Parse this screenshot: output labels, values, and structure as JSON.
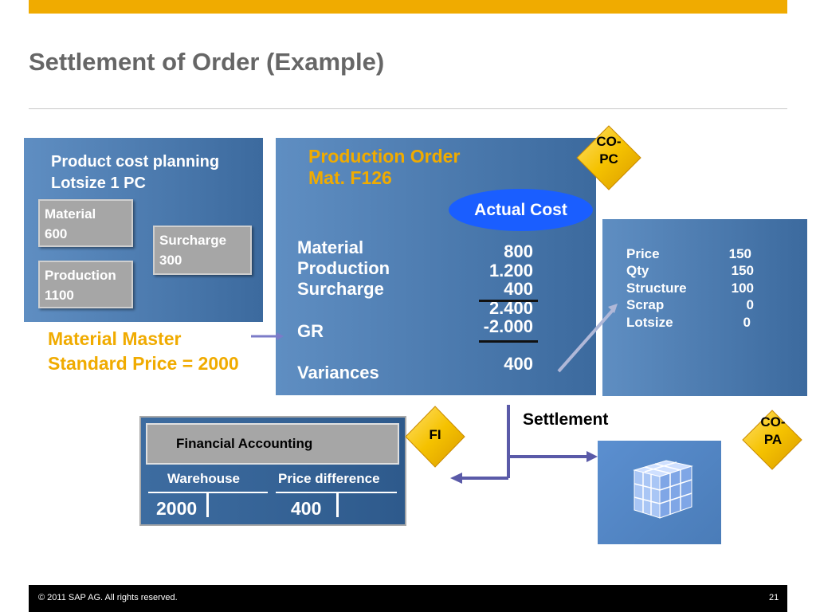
{
  "title": "Settlement of Order (Example)",
  "product_cost_planning": {
    "title_line1": "Product cost planning",
    "title_line2": "Lotsize 1 PC",
    "material_label": "Material",
    "material_value": "600",
    "surcharge_label": "Surcharge",
    "surcharge_value": "300",
    "production_label": "Production",
    "production_value": "1100"
  },
  "material_master": {
    "line1": "Material Master",
    "line2": "Standard Price = 2000"
  },
  "production_order": {
    "title_line1": "Production Order",
    "title_line2": "Mat. F126",
    "actual_cost": "Actual Cost",
    "rows": [
      {
        "label": "Material",
        "value": "800"
      },
      {
        "label": "Production",
        "value": "1.200"
      },
      {
        "label": "Surcharge",
        "value": "400"
      }
    ],
    "subtotal": "2.400",
    "gr_label": "GR",
    "gr_value": "-2.000",
    "variances_label": "Variances",
    "variances_value": "400"
  },
  "co_pc_label": {
    "line1": "CO-",
    "line2": "PC"
  },
  "target_cost": {
    "rows": [
      {
        "label": "Price",
        "value": "150"
      },
      {
        "label": "Qty",
        "value": "150"
      },
      {
        "label": "Structure",
        "value": "100"
      },
      {
        "label": "Scrap",
        "value": "0"
      },
      {
        "label": "Lotsize",
        "value": "0"
      }
    ]
  },
  "financial_accounting": {
    "title": "Financial Accounting",
    "warehouse_label": "Warehouse",
    "price_difference_label": "Price difference",
    "warehouse_value": "2000",
    "price_difference_value": "400"
  },
  "fi_label": "FI",
  "settlement_label": "Settlement",
  "co_pa_label": {
    "line1": "CO-",
    "line2": "PA"
  },
  "footer": {
    "copyright": "© 2011 SAP AG. All rights reserved.",
    "page_number": "21"
  },
  "colors": {
    "accent_orange": "#f0ab00",
    "actual_cost_blue": "#1a5eff",
    "panel_blue": "#3c6a9e"
  }
}
